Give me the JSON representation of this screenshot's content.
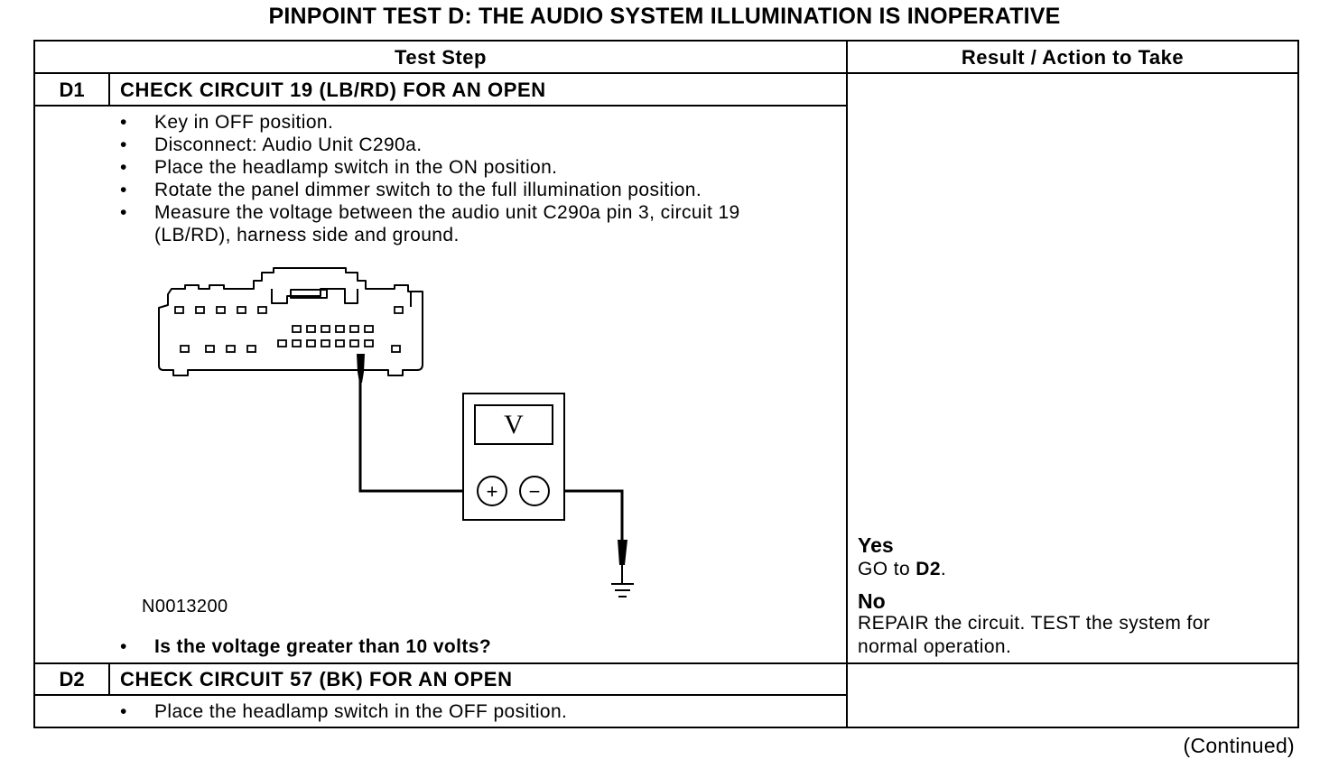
{
  "title": "PINPOINT TEST  D: THE AUDIO SYSTEM ILLUMINATION IS INOPERATIVE",
  "table": {
    "col_test_step": "Test Step",
    "col_result": "Result / Action to Take"
  },
  "bullet_glyph": "•",
  "steps": [
    {
      "id": "D1",
      "title": "CHECK CIRCUIT 19 (LB/RD) FOR AN OPEN",
      "bullets": [
        "Key in OFF position.",
        "Disconnect: Audio Unit C290a.",
        "Place the headlamp switch in the ON position.",
        "Rotate the panel dimmer switch to the full illumination position.",
        "Measure the voltage between the audio unit C290a pin 3, circuit 19 (LB/RD), harness side and ground."
      ],
      "figure_id": "N0013200",
      "meter_symbol": "V",
      "meter_plus": "+",
      "meter_minus": "−",
      "question": "Is the voltage greater than 10 volts?",
      "results": {
        "yes_label": "Yes",
        "yes_action_prefix": "GO to ",
        "yes_action_target": "D2",
        "yes_action_suffix": ".",
        "no_label": "No",
        "no_action_line1": "REPAIR the circuit. TEST the system for",
        "no_action_line2": "normal operation."
      }
    },
    {
      "id": "D2",
      "title": "CHECK CIRCUIT 57 (BK) FOR AN OPEN",
      "bullets": [
        "Place the headlamp switch in the OFF position."
      ]
    }
  ],
  "continued": "(Continued)"
}
